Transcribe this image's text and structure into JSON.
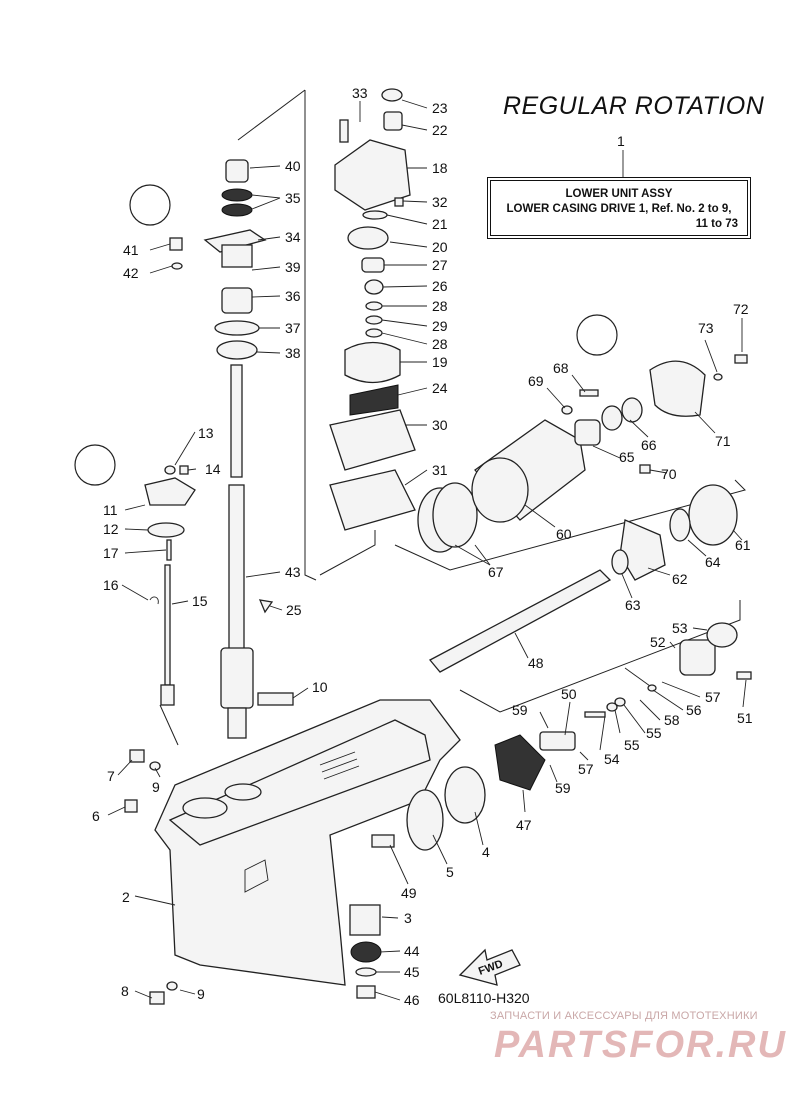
{
  "title": "REGULAR ROTATION",
  "assy_box": {
    "callout": "1",
    "line1": "LOWER UNIT ASSY",
    "line2": "LOWER CASING DRIVE 1,  Ref. No. 2 to 9,",
    "line3": "11 to 73"
  },
  "ref_code": "60L8110-H320",
  "watermark": {
    "tagline": "ЗАПЧАСТИ И АКСЕССУАРЫ ДЛЯ МОТОТЕХНИКИ",
    "logo": "PARTSFOR.RU"
  },
  "callouts": [
    {
      "n": "2"
    },
    {
      "n": "3"
    },
    {
      "n": "4"
    },
    {
      "n": "5"
    },
    {
      "n": "6"
    },
    {
      "n": "7"
    },
    {
      "n": "8"
    },
    {
      "n": "9"
    },
    {
      "n": "9"
    },
    {
      "n": "10"
    },
    {
      "n": "11"
    },
    {
      "n": "12"
    },
    {
      "n": "13"
    },
    {
      "n": "14"
    },
    {
      "n": "15"
    },
    {
      "n": "16"
    },
    {
      "n": "17"
    },
    {
      "n": "18"
    },
    {
      "n": "19"
    },
    {
      "n": "20"
    },
    {
      "n": "21"
    },
    {
      "n": "22"
    },
    {
      "n": "23"
    },
    {
      "n": "24"
    },
    {
      "n": "25"
    },
    {
      "n": "26"
    },
    {
      "n": "27"
    },
    {
      "n": "28"
    },
    {
      "n": "28"
    },
    {
      "n": "29"
    },
    {
      "n": "30"
    },
    {
      "n": "31"
    },
    {
      "n": "32"
    },
    {
      "n": "33"
    },
    {
      "n": "34"
    },
    {
      "n": "35"
    },
    {
      "n": "36"
    },
    {
      "n": "37"
    },
    {
      "n": "38"
    },
    {
      "n": "39"
    },
    {
      "n": "40"
    },
    {
      "n": "41"
    },
    {
      "n": "42"
    },
    {
      "n": "43"
    },
    {
      "n": "44"
    },
    {
      "n": "45"
    },
    {
      "n": "46"
    },
    {
      "n": "47"
    },
    {
      "n": "48"
    },
    {
      "n": "49"
    },
    {
      "n": "50"
    },
    {
      "n": "51"
    },
    {
      "n": "52"
    },
    {
      "n": "53"
    },
    {
      "n": "54"
    },
    {
      "n": "55"
    },
    {
      "n": "55"
    },
    {
      "n": "56"
    },
    {
      "n": "57"
    },
    {
      "n": "57"
    },
    {
      "n": "58"
    },
    {
      "n": "59"
    },
    {
      "n": "59"
    },
    {
      "n": "60"
    },
    {
      "n": "61"
    },
    {
      "n": "62"
    },
    {
      "n": "63"
    },
    {
      "n": "64"
    },
    {
      "n": "65"
    },
    {
      "n": "66"
    },
    {
      "n": "67"
    },
    {
      "n": "68"
    },
    {
      "n": "69"
    },
    {
      "n": "70"
    },
    {
      "n": "71"
    },
    {
      "n": "72"
    },
    {
      "n": "73"
    }
  ]
}
